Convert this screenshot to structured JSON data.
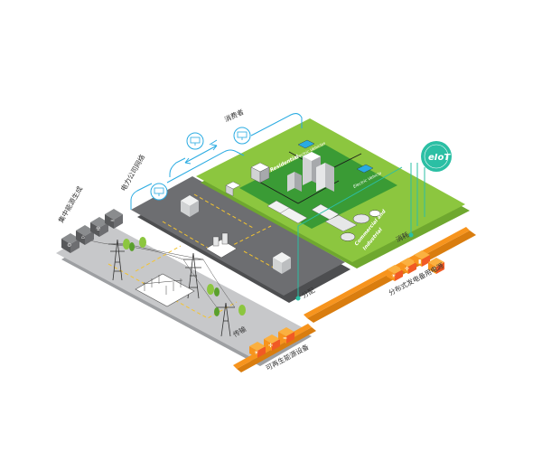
{
  "labels": {
    "centralized_generation": "集中能源生成",
    "utility_network": "电力公司网络",
    "consumer": "消费者",
    "transmission": "传输",
    "distribution": "分配",
    "consumption": "消耗",
    "distributed_backup": "分布式发电备用电源",
    "renewable_equipment": "可再生能源设备",
    "eiot": "eIoT",
    "residential": "Residential",
    "commercial_industrial_line1": "Commercial and",
    "commercial_industrial_line2": "Industrial",
    "electric_vehicles": "Electric Vehicles",
    "electric_vehicle": "Electric Vehicle"
  },
  "colors": {
    "green_platform": "#8cc63f",
    "dark_green": "#3a9b35",
    "gray_platform": "#6d6e71",
    "light_gray_platform": "#bcbec0",
    "orange": "#f7941d",
    "blue_line": "#29abe2",
    "teal": "#2bbfa4",
    "yellow_line": "#f4c430"
  }
}
